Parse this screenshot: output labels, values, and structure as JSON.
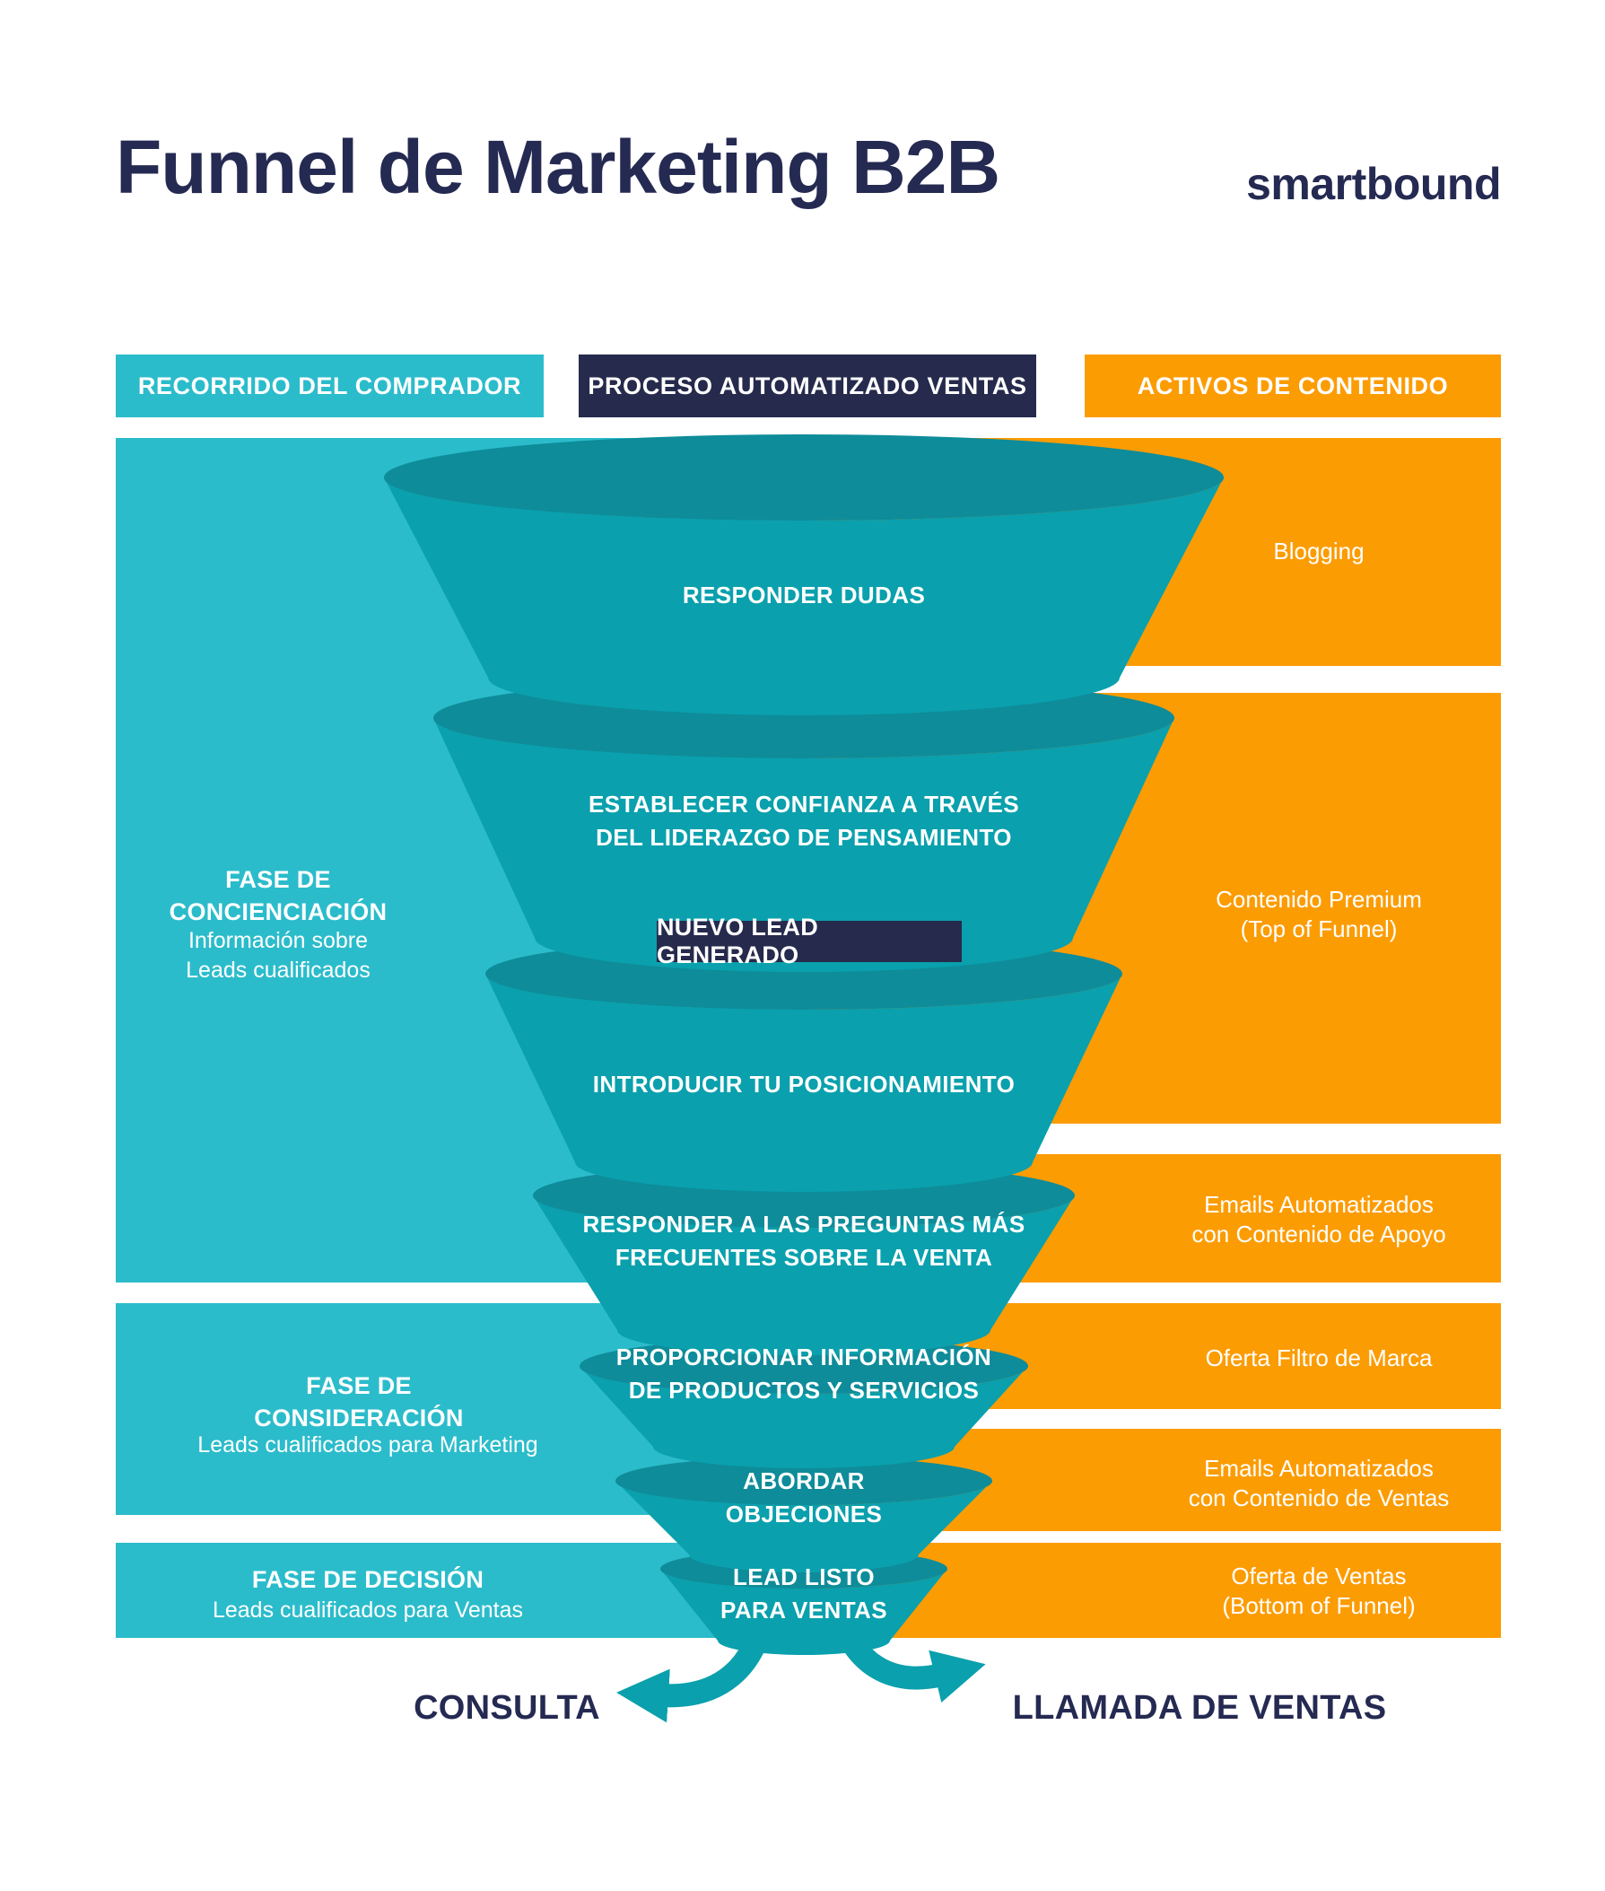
{
  "title": "Funnel de Marketing B2B",
  "brand": "smartbound",
  "headers": {
    "left": "RECORRIDO DEL COMPRADOR",
    "center": "PROCESO AUTOMATIZADO VENTAS",
    "right": "ACTIVOS DE CONTENIDO"
  },
  "funnel": {
    "badge": "NUEVO LEAD GENERADO",
    "segments": [
      {
        "lines": [
          "RESPONDER DUDAS",
          ""
        ]
      },
      {
        "lines": [
          "ESTABLECER CONFIANZA A TRAVÉS",
          "DEL LIDERAZGO DE PENSAMIENTO"
        ]
      },
      {
        "lines": [
          "INTRODUCIR TU POSICIONAMIENTO",
          ""
        ]
      },
      {
        "lines": [
          "RESPONDER A LAS PREGUNTAS MÁS",
          "FRECUENTES SOBRE LA VENTA"
        ]
      },
      {
        "lines": [
          "PROPORCIONAR INFORMACIÓN",
          "DE PRODUCTOS Y SERVICIOS"
        ]
      },
      {
        "lines": [
          "ABORDAR",
          "OBJECIONES"
        ]
      },
      {
        "lines": [
          "LEAD LISTO",
          "PARA VENTAS"
        ]
      }
    ]
  },
  "phases": [
    {
      "title_lines": [
        "FASE DE",
        "CONCIENCIACIÓN"
      ],
      "subtitle_lines": [
        "Información sobre",
        "Leads cualificados"
      ]
    },
    {
      "title_lines": [
        "FASE DE",
        "CONSIDERACIÓN"
      ],
      "subtitle_lines": [
        "Leads cualificados para Marketing",
        ""
      ]
    },
    {
      "title_lines": [
        "FASE DE DECISIÓN",
        ""
      ],
      "subtitle_lines": [
        "Leads cualificados para Ventas",
        ""
      ]
    }
  ],
  "assets": [
    {
      "lines": [
        "Blogging",
        ""
      ]
    },
    {
      "lines": [
        "Contenido Premium",
        "(Top of Funnel)"
      ]
    },
    {
      "lines": [
        "Emails Automatizados",
        "con Contenido de Apoyo"
      ]
    },
    {
      "lines": [
        "Oferta Filtro de Marca",
        ""
      ]
    },
    {
      "lines": [
        "Emails Automatizados",
        "con Contenido de Ventas"
      ]
    },
    {
      "lines": [
        "Oferta de Ventas",
        "(Bottom of Funnel)"
      ]
    }
  ],
  "outcomes": {
    "left": "CONSULTA",
    "right": "LLAMADA DE VENTAS"
  },
  "colors": {
    "teal_band": "#2BBCCB",
    "funnel_body": "#0AA0AD",
    "funnel_top": "#0E8C9A",
    "orange": "#FC9C03",
    "navy": "#262A4C",
    "title_navy": "#252A52"
  }
}
